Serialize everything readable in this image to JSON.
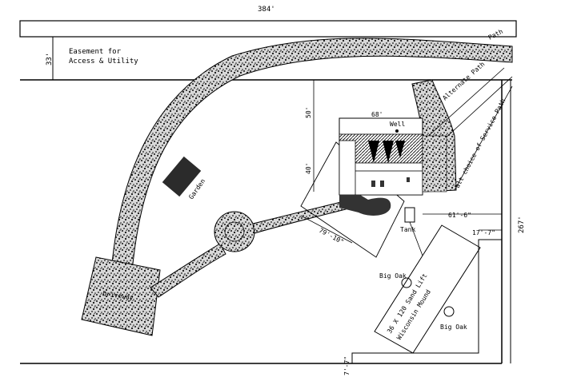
{
  "labels": {
    "top_dimension": "384'",
    "easement": [
      "Easement for",
      "Access & Utility"
    ],
    "easement_width": "33'",
    "alternate_path": "Alternate Path",
    "alt_choice": "alt choice of Service Path",
    "well": "Well",
    "dim_68": "68'",
    "dim_50": "50'",
    "dim_40": "40'",
    "dim_61": "61'-6\"",
    "dim_267": "267'",
    "dim_17": "17'-7\"",
    "dim_79": "79'-10\"",
    "tank": "Tank",
    "garden": "Garden",
    "driveway": "Driveway",
    "big_oak_1": "Big Oak",
    "big_oak_2": "Big Oak",
    "mound": [
      "36 X 120 Sand Lift",
      "Wisconsin Mound"
    ],
    "dim_bottom": "7'-7\""
  },
  "colors": {
    "ink": "#000000",
    "gravel": "#7a7a7a",
    "garden": "#2b2b2b",
    "house": "#ffffff"
  }
}
